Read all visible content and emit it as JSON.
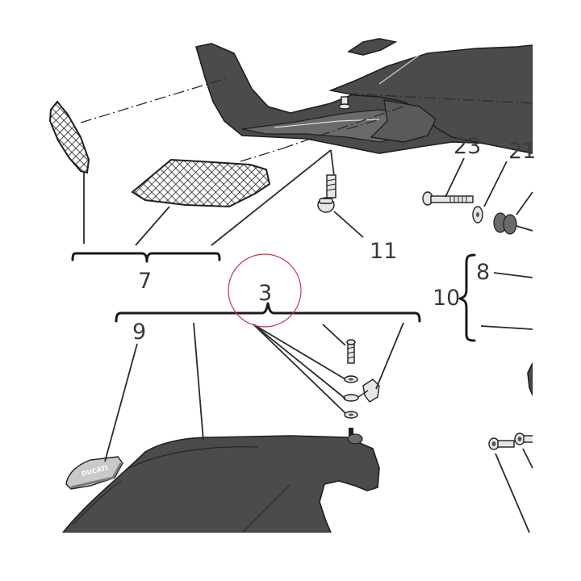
{
  "callouts": {
    "c3": "3",
    "c7": "7",
    "c8": "8",
    "c9": "9",
    "c10": "10",
    "c11": "11",
    "c21": "21",
    "c23": "23"
  },
  "badge_text": "DUCATI",
  "colors": {
    "part_fill": "#4b4b4b",
    "line": "#2b2b2b",
    "highlight_circle": "#c0394b"
  }
}
